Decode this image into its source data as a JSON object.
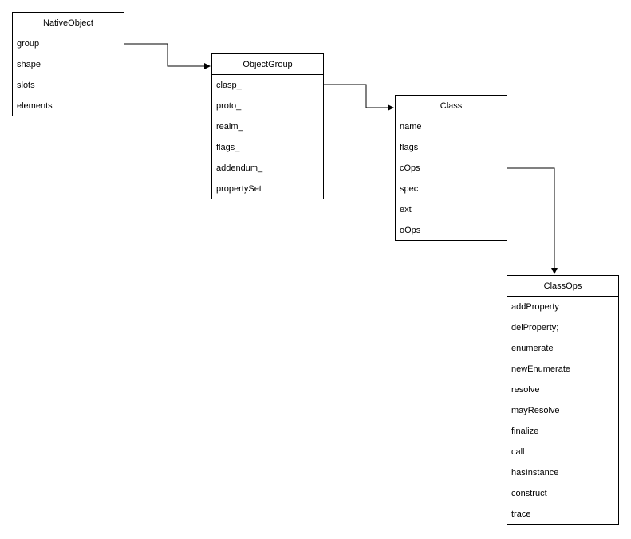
{
  "boxes": {
    "nativeobject": {
      "title": "NativeObject",
      "fields": [
        "group",
        "shape",
        "slots",
        "elements"
      ]
    },
    "objectgroup": {
      "title": "ObjectGroup",
      "fields": [
        "clasp_",
        "proto_",
        "realm_",
        "flags_",
        "addendum_",
        "propertySet"
      ]
    },
    "class": {
      "title": "Class",
      "fields": [
        "name",
        "flags",
        "cOps",
        "spec",
        "ext",
        "oOps"
      ]
    },
    "classops": {
      "title": "ClassOps",
      "fields": [
        "addProperty",
        "delProperty;",
        "enumerate",
        "newEnumerate",
        "resolve",
        "mayResolve",
        "finalize",
        "call",
        "hasInstance",
        "construct",
        "trace"
      ]
    }
  },
  "connections": [
    {
      "from": "nativeobject.group",
      "to": "objectgroup"
    },
    {
      "from": "objectgroup.clasp_",
      "to": "class"
    },
    {
      "from": "class.cOps",
      "to": "classops"
    }
  ],
  "colors": {
    "line": "#000000",
    "box_border": "#000000",
    "background": "#ffffff"
  }
}
